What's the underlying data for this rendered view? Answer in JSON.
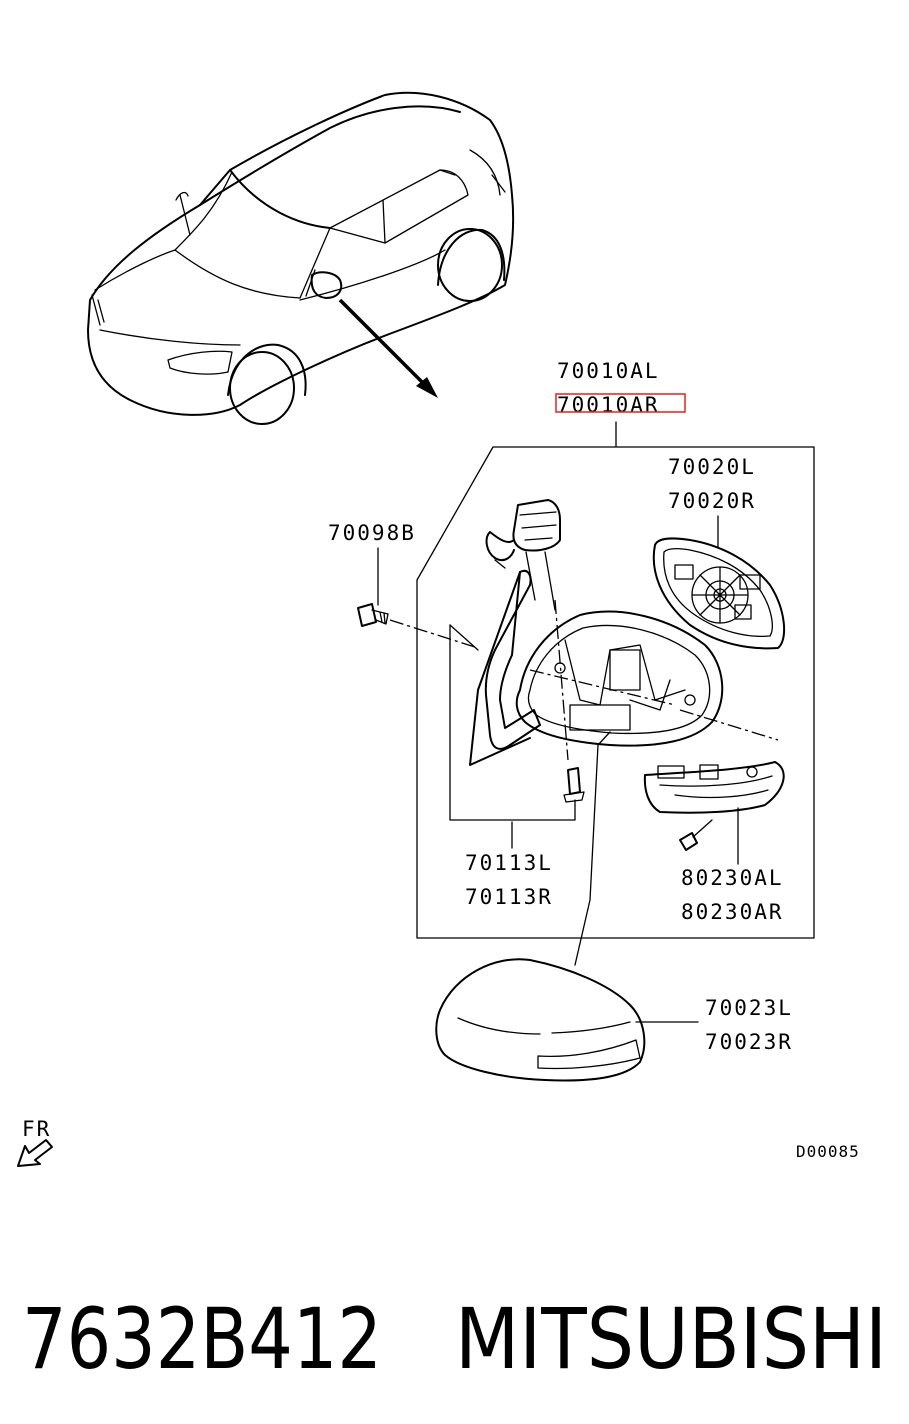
{
  "callouts": {
    "assembly_left": "70010AL",
    "assembly_right": "70010AR",
    "glass_left": "70020L",
    "glass_right": "70020R",
    "screw": "70098B",
    "base_cover_left": "70113L",
    "base_cover_right": "70113R",
    "lamp_left": "80230AL",
    "lamp_right": "80230AR",
    "cap_left": "70023L",
    "cap_right": "70023R"
  },
  "direction_label": "FR",
  "diagram_code": "D00085",
  "part_number": "7632B412",
  "brand": "MITSUBISHI",
  "highlight_color": "#e03030"
}
